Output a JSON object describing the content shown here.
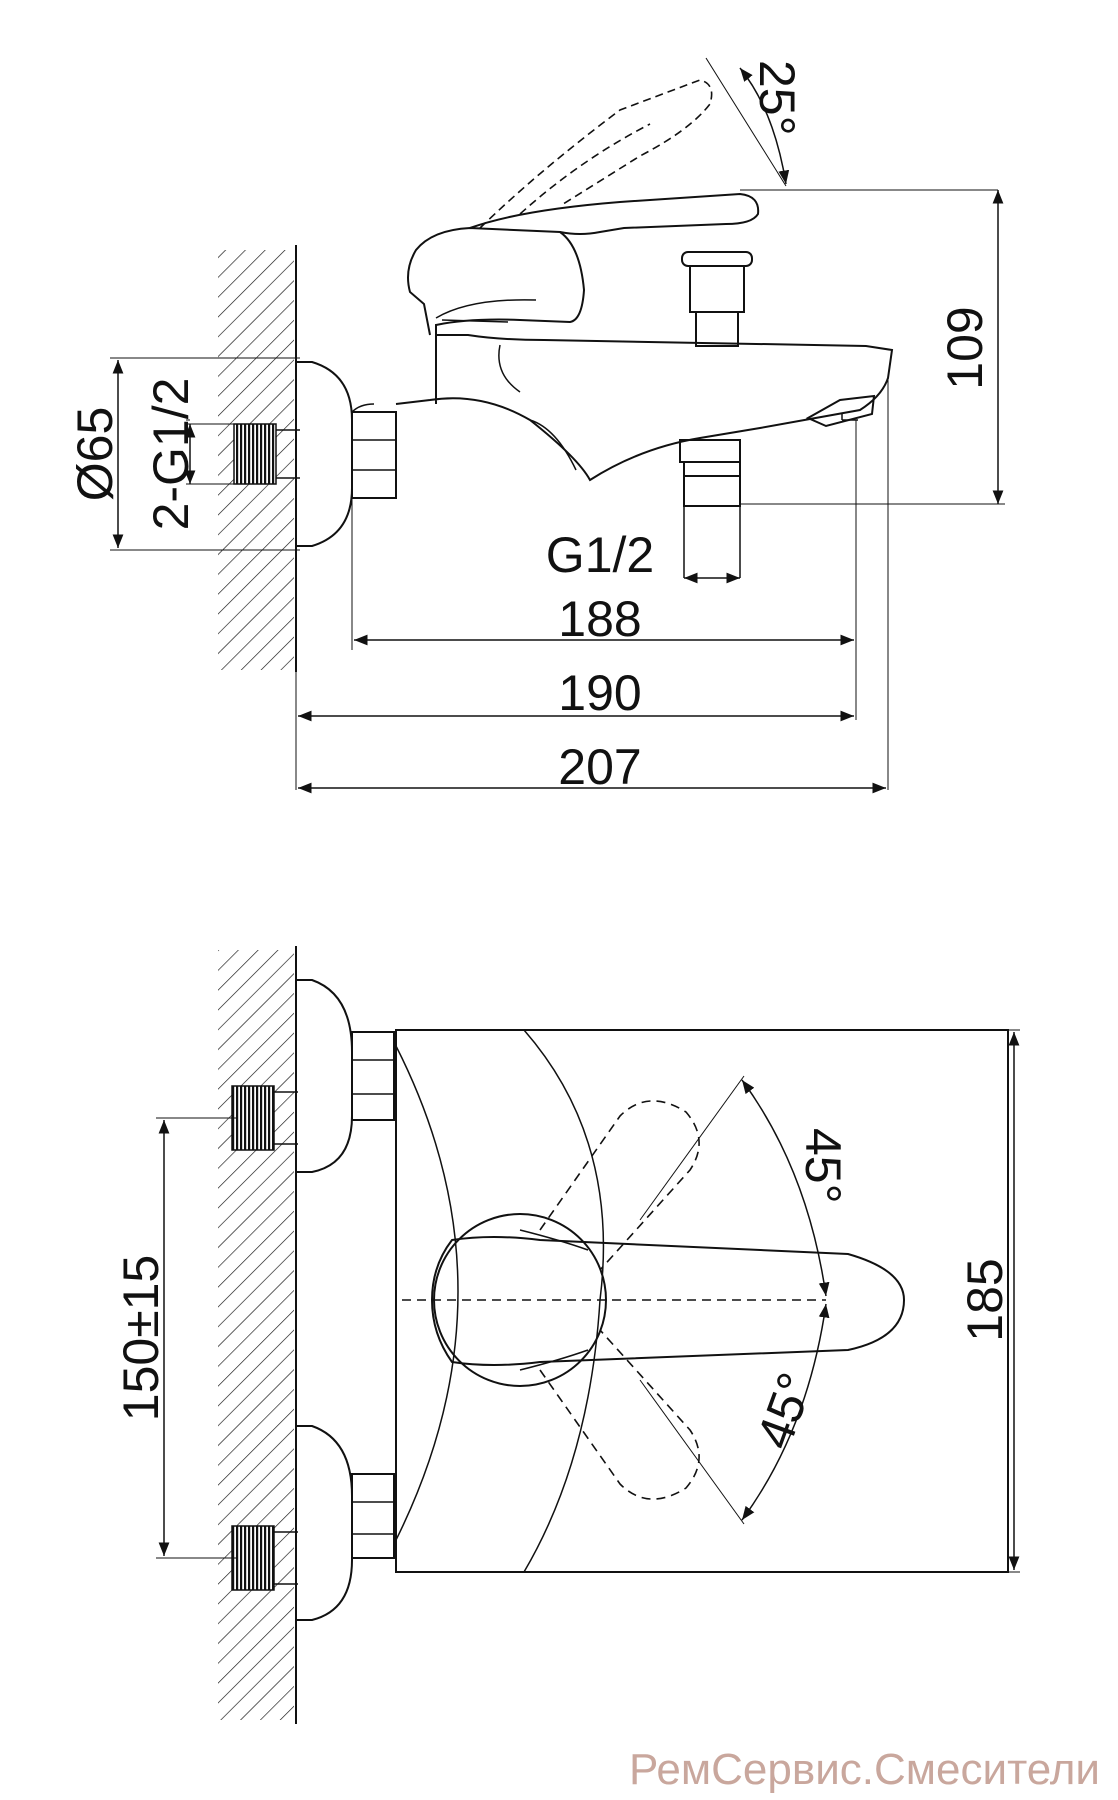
{
  "side_view": {
    "dimensions": {
      "angle_handle": "25°",
      "height": "109",
      "diameter": "Ø65",
      "inlet_thread": "2-G1/2",
      "outlet_thread": "G1/2",
      "spout_length": "188",
      "projection": "190",
      "overall_length": "207"
    }
  },
  "top_view": {
    "dimensions": {
      "angle_up": "45°",
      "angle_down": "45°",
      "centers": "150±15",
      "width": "185"
    }
  },
  "watermark": {
    "text": "РемСервис.Смесители",
    "color": "#c9a79d"
  },
  "colors": {
    "line": "#111111",
    "background": "#ffffff"
  }
}
